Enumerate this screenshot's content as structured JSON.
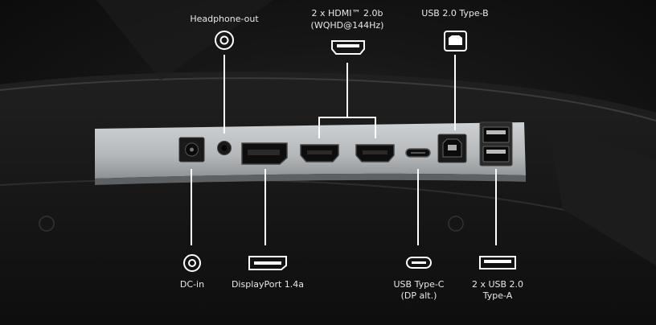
{
  "labels": {
    "headphone_out": "Headphone-out",
    "hdmi_line1": "2 x HDMI™ 2.0b",
    "hdmi_line2": "(WQHD@144Hz)",
    "usb_b": "USB 2.0 Type-B",
    "dc_in": "DC-in",
    "displayport": "DisplayPort 1.4a",
    "usb_c_line1": "USB Type-C",
    "usb_c_line2": "(DP alt.)",
    "usb_a_line1": "2 x USB 2.0",
    "usb_a_line2": "Type-A"
  },
  "icons": [
    "headphone-icon",
    "hdmi-icon",
    "usb-b-icon",
    "dc-in-icon",
    "displayport-icon",
    "usb-c-icon",
    "usb-a-icon"
  ],
  "colors": {
    "background": "#141414",
    "panel": "#b9bcbe",
    "line": "#ffffff",
    "text": "#e8e8e8"
  }
}
